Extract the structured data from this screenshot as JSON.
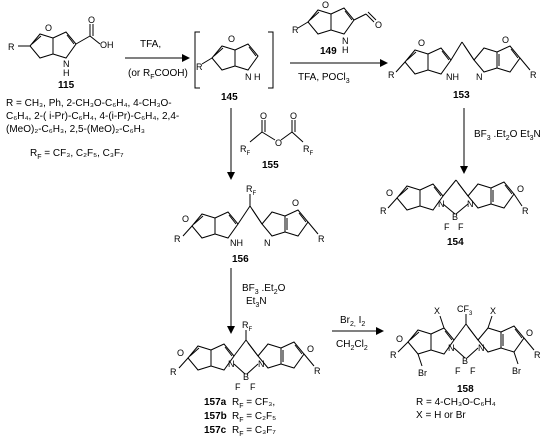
{
  "compounds": {
    "c115": "115",
    "c145": "145",
    "c149": "149",
    "c153": "153",
    "c154": "154",
    "c155": "155",
    "c156": "156",
    "c157a": "157a",
    "c157b": "157b",
    "c157c": "157c",
    "c158": "158"
  },
  "reagents": {
    "r1_line1": "TFA,",
    "r1_line2": "(or R",
    "r1_line2_sub": "F",
    "r1_line2_end": "COOH)",
    "r2": "TFA, POCl",
    "r2_sub": "3",
    "r3": "BF",
    "r3_sub1": "3",
    "r3_mid": " .Et",
    "r3_sub2": "2",
    "r3_end": "O  Et",
    "r3_sub3": "3",
    "r3_n": "N",
    "r4_line1": "BF",
    "r4_line1_sub": "3",
    "r4_line1_mid": " .Et",
    "r4_line1_sub2": "2",
    "r4_line1_end": "O",
    "r4_line2": "Et",
    "r4_line2_sub": "3",
    "r4_line2_end": "N",
    "r5_line1": "Br",
    "r5_line1_sub": "2,",
    "r5_line1_end": " I",
    "r5_line1_sub2": "2",
    "r5_line2": "CH",
    "r5_line2_sub": "2",
    "r5_line2_mid": "Cl",
    "r5_line2_sub2": "2"
  },
  "substituents": {
    "line1": "R = CH₃, Ph, 2-CH₃O-C₆H₄, 4-CH₃O-",
    "line2": "C₆H₄, 2-( i-Pr)-C₆H₄, 4-(i-Pr)-C₆H₄, 2,4-",
    "line3": "(MeO)₂-C₆H₃, 2,5-(MeO)₂-C₆H₃",
    "rf": "R",
    "rf_sub": "F",
    "rf_end": " = CF₃, C₂F₅, C₃F₇"
  },
  "variants": {
    "a": "R",
    "a_sub": "F",
    "a_end": " = CF₃,",
    "b_end": " = C₂F₅",
    "c_end": " = C₃F₇"
  },
  "legend158": {
    "line1": "R = 4-CH₃O-C₆H₄",
    "line2": "X = H or Br"
  },
  "atoms": {
    "R": "R",
    "O": "O",
    "N": "N",
    "NH": "NH",
    "H": "H",
    "OH": "OH",
    "B": "B",
    "F": "F",
    "X": "X",
    "Br": "Br",
    "RF": "R",
    "RF_sub": "F",
    "CF3": "CF",
    "CF3_sub": "3"
  }
}
